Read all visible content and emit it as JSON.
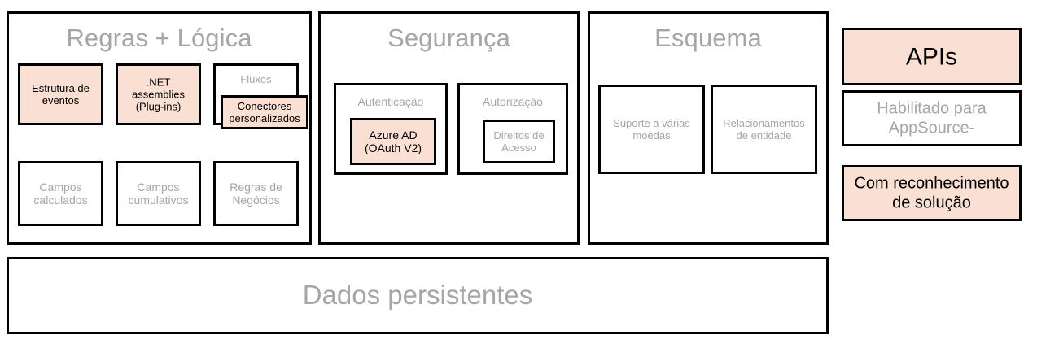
{
  "diagram": {
    "title": "Dynamics 365 / Dataverse platform capability diagram",
    "colors": {
      "peach_fill": "#f9e0d2",
      "white_fill": "#ffffff",
      "border": "#000000",
      "muted_text": "#a6a6a6",
      "dark_text": "#000000"
    },
    "panels": [
      {
        "id": "regras-logica",
        "title": "Regras + Lógica",
        "cells": [
          {
            "id": "estrutura-de-eventos",
            "label": "Estrutura de\neventos",
            "fill": "peach",
            "text": "dark"
          },
          {
            "id": "net-assemblies",
            "label": ".NET\nassemblies\n(Plug-ins)",
            "fill": "peach",
            "text": "dark"
          },
          {
            "id": "fluxos",
            "label": "Fluxos",
            "fill": "white",
            "text": "gray"
          },
          {
            "id": "conectores-personalizados",
            "label": "Conectores\npersonalizados",
            "fill": "peach",
            "text": "dark"
          },
          {
            "id": "campos-calculados",
            "label": "Campos\ncalculados",
            "fill": "white",
            "text": "gray"
          },
          {
            "id": "campos-cumulativos",
            "label": "Campos\ncumulativos",
            "fill": "white",
            "text": "gray"
          },
          {
            "id": "regras-de-negocios",
            "label": "Regras de\nNegócios",
            "fill": "white",
            "text": "gray"
          }
        ]
      },
      {
        "id": "seguranca",
        "title": "Segurança",
        "cells": [
          {
            "id": "autenticacao",
            "label": "Autenticação",
            "fill": "white",
            "text": "gray"
          },
          {
            "id": "azure-ad",
            "label": "Azure AD\n(OAuth V2)",
            "fill": "peach",
            "text": "dark"
          },
          {
            "id": "autorizacao",
            "label": "Autorização",
            "fill": "white",
            "text": "gray"
          },
          {
            "id": "direitos-de-acesso",
            "label": "Direitos de\nAcesso",
            "fill": "white",
            "text": "gray"
          }
        ]
      },
      {
        "id": "esquema",
        "title": "Esquema",
        "cells": [
          {
            "id": "suporte-a-varias-moedas",
            "label": "Suporte a várias\nmoedas",
            "fill": "white",
            "text": "gray"
          },
          {
            "id": "relacionamentos-de-entidade",
            "label": "Relacionamentos\nde entidade",
            "fill": "white",
            "text": "gray"
          }
        ]
      }
    ],
    "side_column": [
      {
        "id": "apis",
        "label": "APIs",
        "fill": "peach",
        "text": "dark"
      },
      {
        "id": "habilitado-para-appsource",
        "label": "Habilitado para\nAppSource-",
        "fill": "white",
        "text": "gray"
      },
      {
        "id": "com-reconhecimento-de-solucao",
        "label": "Com reconhecimento\nde solução",
        "fill": "peach",
        "text": "dark"
      }
    ],
    "footer": {
      "id": "dados-persistentes",
      "label": "Dados persistentes",
      "fill": "white",
      "text": "gray"
    }
  }
}
